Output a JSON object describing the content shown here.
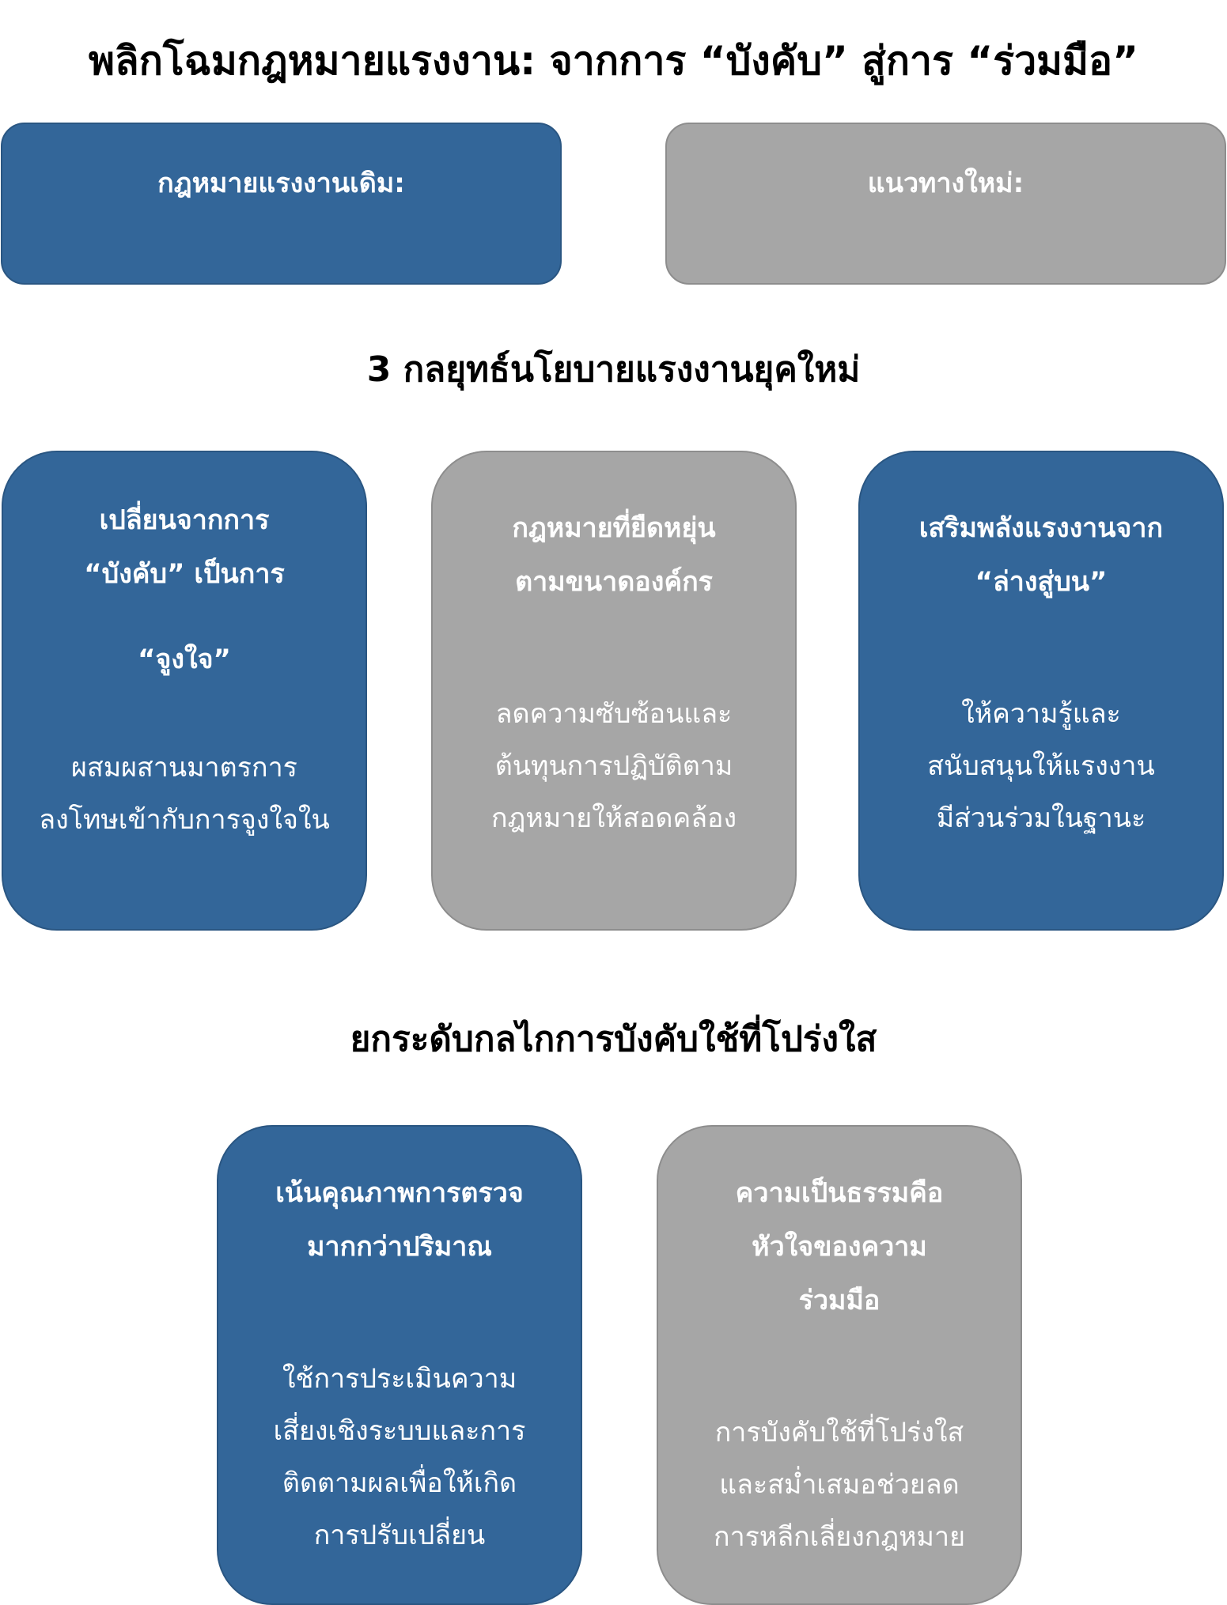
{
  "title": "พลิกโฉมกฎหมายแรงงาน: จากการ “บังคับ” สู่การ “ร่วมมือ”",
  "comparison": {
    "old_label": "กฎหมายแรงงานเดิม:",
    "new_label": "แนวทางใหม่:"
  },
  "section1": {
    "heading": "3 กลยุทธ์นโยบายแรงงานยุคใหม่",
    "cards": [
      {
        "title_lines": [
          "เปลี่ยนจากการ",
          "“บังคับ” เป็นการ",
          "“จูงใจ”"
        ],
        "body_lines": [
          "ผสมผสานมาตรการ",
          "ลงโทษเข้ากับการจูงใจใน"
        ]
      },
      {
        "title_lines": [
          "กฎหมายที่ยืดหยุ่น",
          "ตามขนาดองค์กร"
        ],
        "body_lines": [
          "ลดความซับซ้อนและ",
          "ต้นทุนการปฏิบัติตาม",
          "กฎหมายให้สอดคล้อง"
        ]
      },
      {
        "title_lines": [
          "เสริมพลังแรงงานจาก",
          "“ล่างสู่บน”"
        ],
        "body_lines": [
          "ให้ความรู้และ",
          "สนับสนุนให้แรงงาน",
          "มีส่วนร่วมในฐานะ"
        ]
      }
    ]
  },
  "section2": {
    "heading": "ยกระดับกลไกการบังคับใช้ที่โปร่งใส",
    "cards": [
      {
        "title_lines": [
          "เน้นคุณภาพการตรวจ",
          "มากกว่าปริมาณ"
        ],
        "body_lines": [
          "ใช้การประเมินความ",
          "เสี่ยงเชิงระบบและการ",
          "ติดตามผลเพื่อให้เกิด",
          "การปรับเปลี่ยน"
        ]
      },
      {
        "title_lines": [
          "ความเป็นธรรมคือ",
          "หัวใจของความ",
          "ร่วมมือ"
        ],
        "body_lines": [
          "การบังคับใช้ที่โปร่งใส",
          "และสม่ำเสมอช่วยลด",
          "การหลีกเลี่ยงกฎหมาย"
        ]
      }
    ]
  },
  "colors": {
    "blue": "#336699",
    "gray": "#a6a6a6"
  }
}
